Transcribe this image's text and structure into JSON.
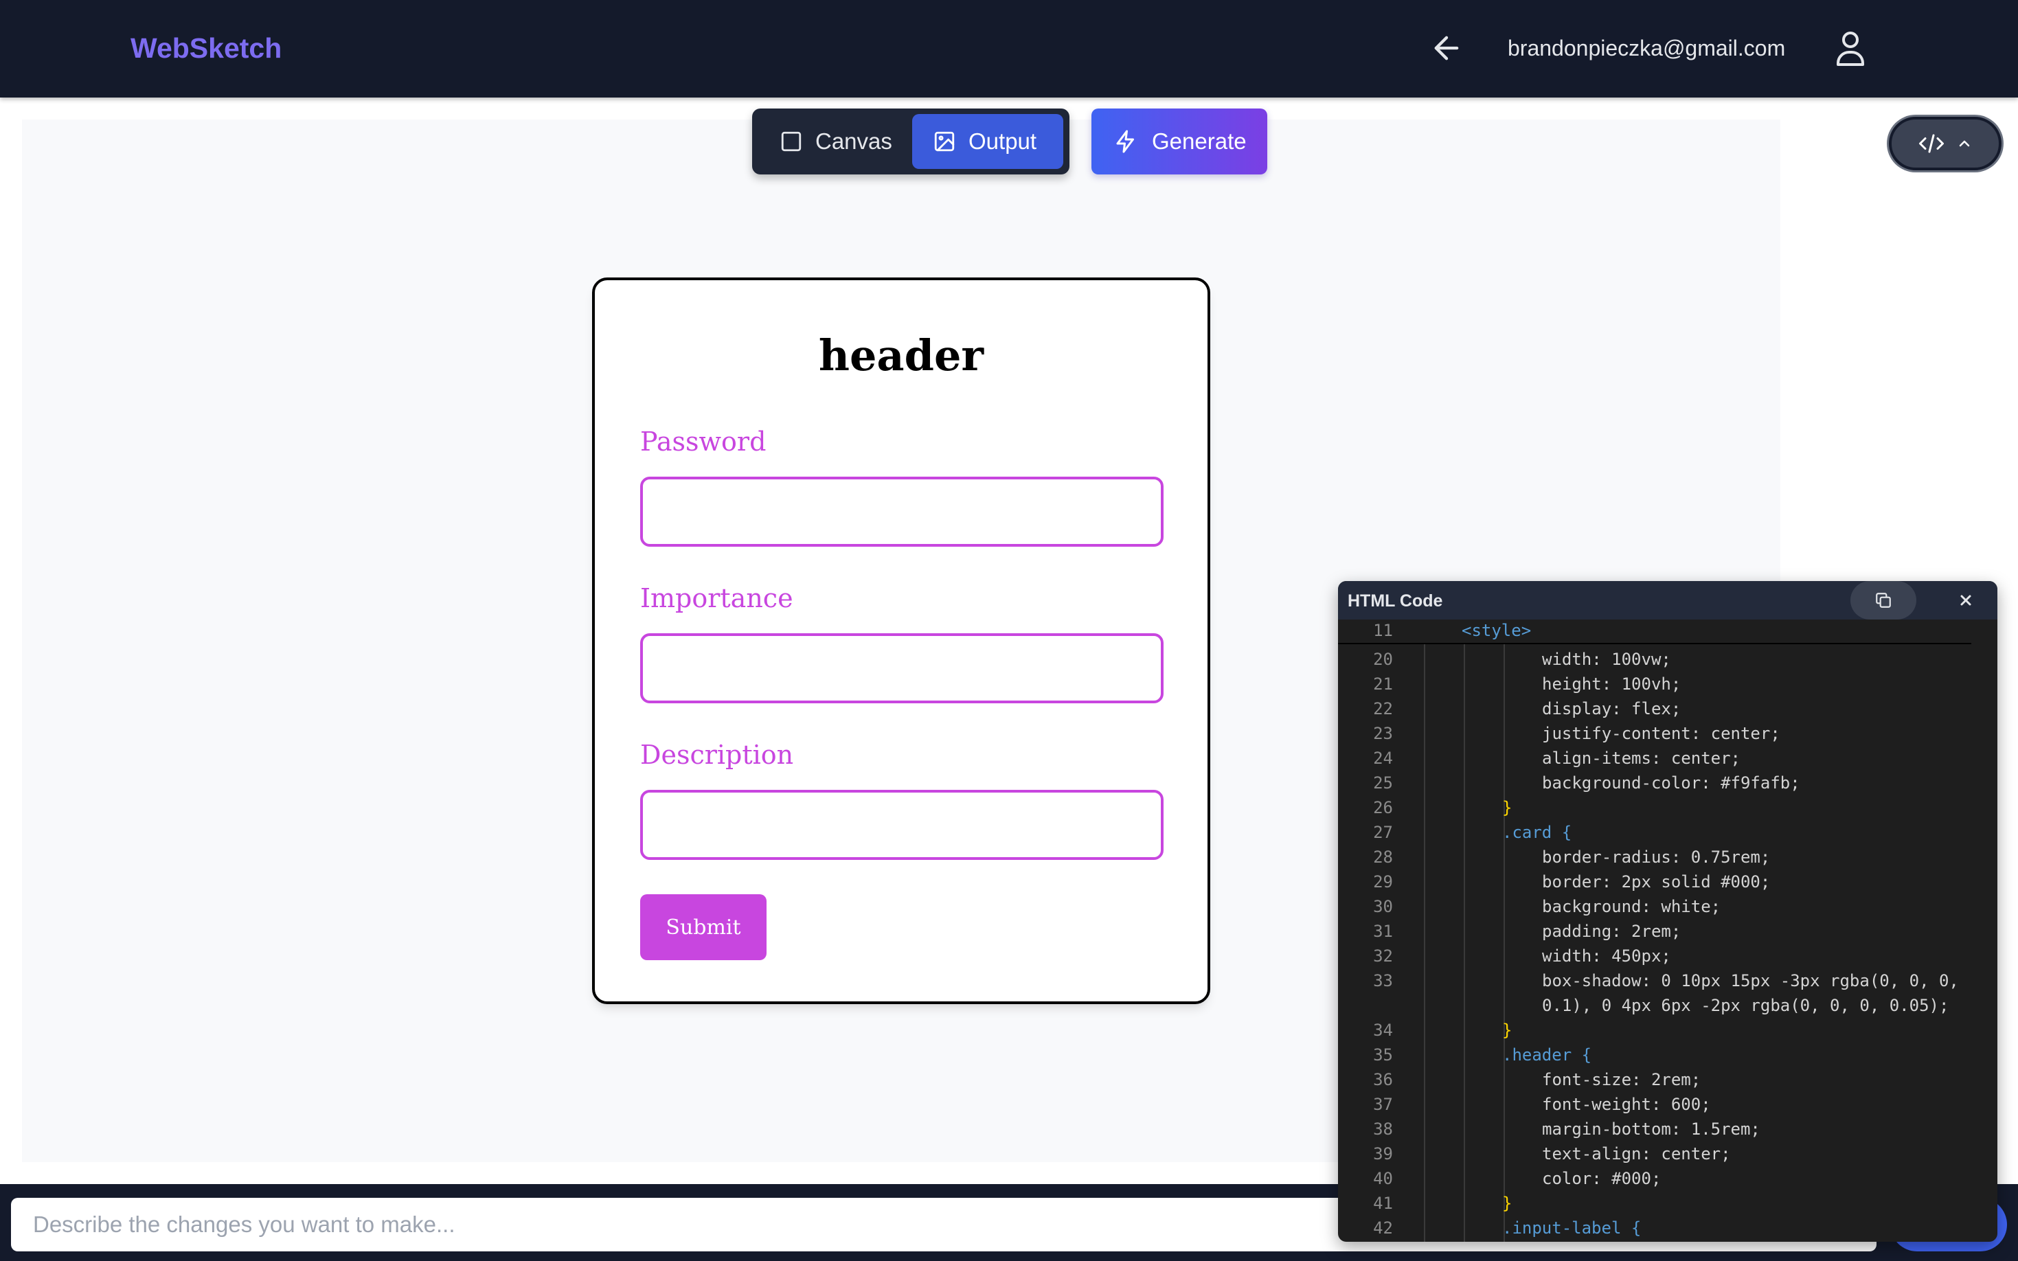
{
  "app": {
    "brand": "WebSketch",
    "user_email": "brandonpieczka@gmail.com"
  },
  "toolbar": {
    "canvas_label": "Canvas",
    "output_label": "Output",
    "active_tab": "Output",
    "generate_label": "Generate"
  },
  "preview": {
    "header": "header",
    "fields": [
      {
        "label": "Password",
        "value": ""
      },
      {
        "label": "Importance",
        "value": ""
      },
      {
        "label": "Description",
        "value": ""
      }
    ],
    "submit_label": "Submit",
    "accent_color": "#c846df"
  },
  "code_panel": {
    "title": "HTML Code",
    "sticky": {
      "num": "11",
      "text": "<style>"
    },
    "lines": [
      {
        "num": "20",
        "text": "width: 100vw;"
      },
      {
        "num": "21",
        "text": "height: 100vh;"
      },
      {
        "num": "22",
        "text": "display: flex;"
      },
      {
        "num": "23",
        "text": "justify-content: center;"
      },
      {
        "num": "24",
        "text": "align-items: center;"
      },
      {
        "num": "25",
        "text": "background-color: #f9fafb;"
      },
      {
        "num": "26",
        "text": "}"
      },
      {
        "num": "27",
        "text": ".card {"
      },
      {
        "num": "28",
        "text": "border-radius: 0.75rem;"
      },
      {
        "num": "29",
        "text": "border: 2px solid #000;"
      },
      {
        "num": "30",
        "text": "background: white;"
      },
      {
        "num": "31",
        "text": "padding: 2rem;"
      },
      {
        "num": "32",
        "text": "width: 450px;"
      },
      {
        "num": "33",
        "text": "box-shadow: 0 10px 15px -3px rgba(0, 0, 0,"
      },
      {
        "num": "",
        "text": "0.1), 0 4px 6px -2px rgba(0, 0, 0, 0.05);"
      },
      {
        "num": "34",
        "text": "}"
      },
      {
        "num": "35",
        "text": ".header {"
      },
      {
        "num": "36",
        "text": "font-size: 2rem;"
      },
      {
        "num": "37",
        "text": "font-weight: 600;"
      },
      {
        "num": "38",
        "text": "margin-bottom: 1.5rem;"
      },
      {
        "num": "39",
        "text": "text-align: center;"
      },
      {
        "num": "40",
        "text": "color: #000;"
      },
      {
        "num": "41",
        "text": "}"
      },
      {
        "num": "42",
        "text": ".input-label {"
      }
    ]
  },
  "prompt": {
    "placeholder": "Describe the changes you want to make...",
    "value": ""
  },
  "icons": {
    "back": "arrow-left-icon",
    "user": "user-icon",
    "canvas": "square-icon",
    "output": "image-icon",
    "generate": "lightning-icon",
    "code_toggle": "code-icon",
    "copy": "copy-icon",
    "close": "close-icon"
  }
}
